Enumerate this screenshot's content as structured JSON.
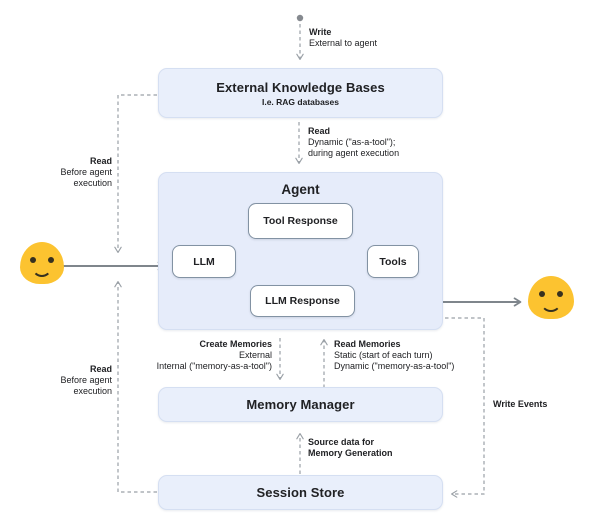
{
  "nodes": {
    "external_kb": {
      "title": "External Knowledge Bases",
      "subtitle": "I.e. RAG databases"
    },
    "agent": {
      "title": "Agent"
    },
    "tool_response": {
      "label": "Tool Response"
    },
    "llm": {
      "label": "LLM"
    },
    "tools": {
      "label": "Tools"
    },
    "llm_response": {
      "label": "LLM Response"
    },
    "memory_manager": {
      "title": "Memory Manager"
    },
    "session_store": {
      "title": "Session Store"
    }
  },
  "labels": {
    "write_top": {
      "title": "Write",
      "line1": "External to agent"
    },
    "read_dynamic": {
      "title": "Read",
      "line1": "Dynamic (\"as-a-tool\");",
      "line2": "during agent execution"
    },
    "read_before_1": {
      "title": "Read",
      "line1": "Before agent",
      "line2": "execution"
    },
    "read_before_2": {
      "title": "Read",
      "line1": "Before agent",
      "line2": "execution"
    },
    "create_memories": {
      "title": "Create Memories",
      "line1": "External",
      "line2": "Internal (\"memory-as-a-tool\")"
    },
    "read_memories": {
      "title": "Read Memories",
      "line1": "Static (start of each turn)",
      "line2": "Dynamic (\"memory-as-a-tool\")"
    },
    "source_data": {
      "line1": "Source data for",
      "line2": "Memory Generation"
    },
    "write_events": {
      "title": "Write Events"
    }
  },
  "icons": {
    "user_left": "blob-smiley-emoji",
    "user_right": "blob-smiley-emoji"
  },
  "edges": [
    {
      "from": "external-source",
      "to": "external_kb",
      "style": "dashed",
      "label": "Write: External to agent"
    },
    {
      "from": "external_kb",
      "to": "agent",
      "style": "dashed",
      "label": "Read: Dynamic (\"as-a-tool\"); during agent execution"
    },
    {
      "from": "session_store",
      "to": "user-llm-arrow",
      "style": "dashed",
      "label": "Read: Before agent execution"
    },
    {
      "from": "external_kb",
      "to": "user-llm-arrow",
      "style": "dashed",
      "label": "Read: Before agent execution"
    },
    {
      "from": "user_left",
      "to": "llm",
      "style": "solid"
    },
    {
      "from": "tool_response",
      "to": "llm",
      "style": "solid"
    },
    {
      "from": "llm",
      "to": "llm_response",
      "style": "solid"
    },
    {
      "from": "llm_response",
      "to": "tools",
      "style": "solid"
    },
    {
      "from": "tools",
      "to": "tool_response",
      "style": "solid"
    },
    {
      "from": "llm_response",
      "to": "user_right",
      "style": "solid"
    },
    {
      "from": "agent",
      "to": "memory_manager",
      "style": "dashed",
      "label": "Create Memories"
    },
    {
      "from": "memory_manager",
      "to": "agent",
      "style": "dashed",
      "label": "Read Memories"
    },
    {
      "from": "session_store",
      "to": "memory_manager",
      "style": "dashed",
      "label": "Source data for Memory Generation"
    },
    {
      "from": "agent",
      "to": "session_store",
      "style": "dashed",
      "label": "Write Events"
    }
  ],
  "colors": {
    "node_fill": "#e9effb",
    "agent_fill": "#e6ecfa",
    "node_border": "#d5dff2",
    "inner_border": "#8292a3",
    "solid_arrow": "#7f868c",
    "dashed_line": "#9aa0a6",
    "text": "#202124",
    "emoji_yellow": "#fcc330"
  }
}
